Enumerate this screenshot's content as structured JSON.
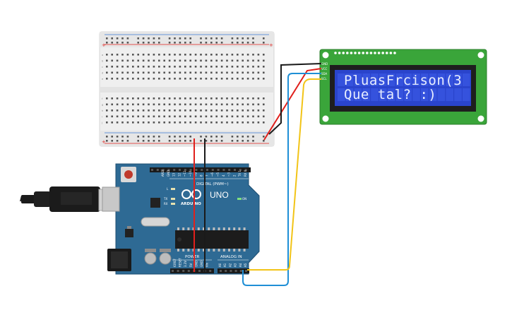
{
  "lcd": {
    "line1": "PluasFrcison(3",
    "line2": "Que tal? :)",
    "pins": [
      "GND",
      "VCC",
      "SDA",
      "SCL"
    ]
  },
  "arduino": {
    "model_label": "UNO",
    "brand_label": "ARDUINO",
    "digital_label": "DIGITAL (PWM~)",
    "power_label": "POWER",
    "analog_label": "ANALOG IN",
    "on_label": "ON",
    "tx_label": "TX",
    "rx_label": "RX",
    "l_label": "L",
    "analog_pins": [
      "A0",
      "A1",
      "A2",
      "A3",
      "A4",
      "A5"
    ],
    "power_pins": [
      "IOREF",
      "RESET",
      "3.3V",
      "5V",
      "GND",
      "GND",
      "Vin"
    ],
    "digital_pins": [
      "AREF",
      "GND",
      "13",
      "12",
      "~11",
      "~10",
      "~9",
      "8",
      "7",
      "~6",
      "~5",
      "4",
      "~3",
      "2",
      "TX 1",
      "RX 0"
    ]
  },
  "breadboard": {
    "row_letters_top": [
      "a",
      "b",
      "c",
      "d",
      "e"
    ],
    "row_letters_bottom": [
      "f",
      "g",
      "h",
      "i",
      "j"
    ],
    "plus_sign": "+",
    "minus_sign": "-"
  },
  "colors": {
    "wire_red": "#e0201c",
    "wire_black": "#1a1a1a",
    "wire_yellow": "#f2c417",
    "wire_blue": "#1f8fd6",
    "board_blue": "#2e6a94",
    "lcd_green": "#3aa53a",
    "lcd_screen": "#2a44cc"
  }
}
